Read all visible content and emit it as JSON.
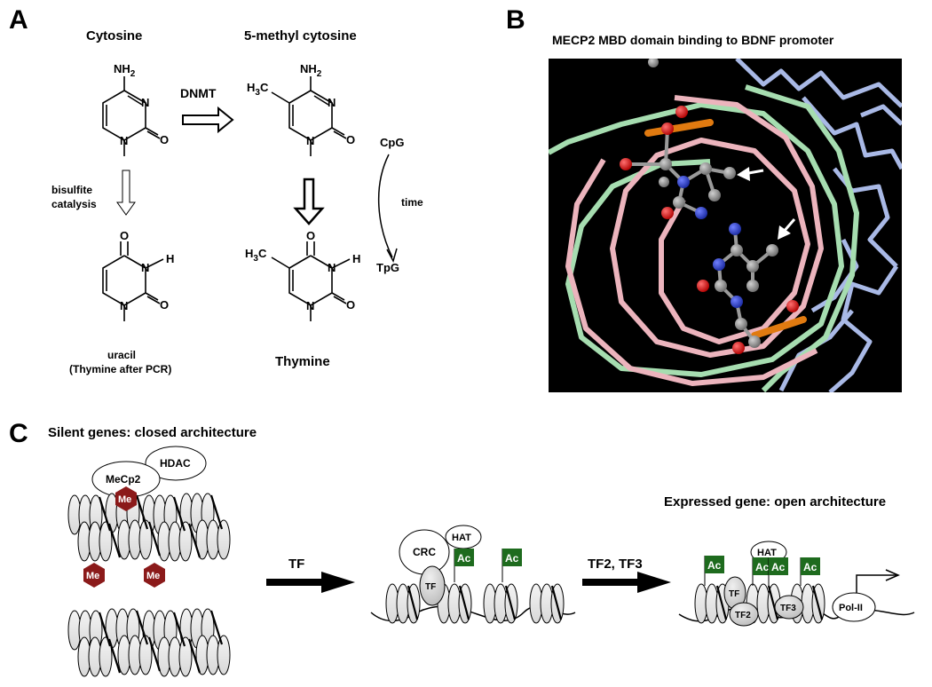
{
  "panels": {
    "a": "A",
    "b": "B",
    "c": "C"
  },
  "panel_a": {
    "cytosine_title": "Cytosine",
    "methylcytosine_title": "5-methyl cytosine",
    "nh2": "NH",
    "nh2_sub": "2",
    "h3c": "H",
    "h3c_sub": "3",
    "c": "C",
    "n": "N",
    "o": "O",
    "h": "H",
    "dnmt": "DNMT",
    "bisulfite_line1": "bisulfite",
    "bisulfite_line2": "catalysis",
    "cpg": "CpG",
    "time": "time",
    "tpg": "TpG",
    "uracil_line1": "uracil",
    "uracil_line2": "(Thymine after PCR)",
    "thymine": "Thymine"
  },
  "panel_b": {
    "title": "MECP2 MBD domain binding to BDNF promoter"
  },
  "panel_c": {
    "silent_title": "Silent genes: closed architecture",
    "expressed_title": "Expressed gene: open architecture",
    "hdac": "HDAC",
    "mecp2": "MeCp2",
    "me": "Me",
    "tf_arrow_label": "TF",
    "tf2_tf3_arrow_label": "TF2, TF3",
    "crc": "CRC",
    "hat": "HAT",
    "ac": "Ac",
    "tf": "TF",
    "tf2": "TF2",
    "tf3": "TF3",
    "pol2": "Pol-II"
  },
  "colors": {
    "methyl_hexagon": "#8b1a1a",
    "acetyl_flag": "#1e6b1e",
    "molecular_background": "#000000",
    "strand_green": "#a6ddb0",
    "strand_pink": "#ecb4bd",
    "protein_blue": "#a9b9e6",
    "phosphate_orange": "#e07a10",
    "atom_gray": "#8a8a8a",
    "atom_red": "#e01010",
    "atom_blue": "#2a3fd0"
  }
}
